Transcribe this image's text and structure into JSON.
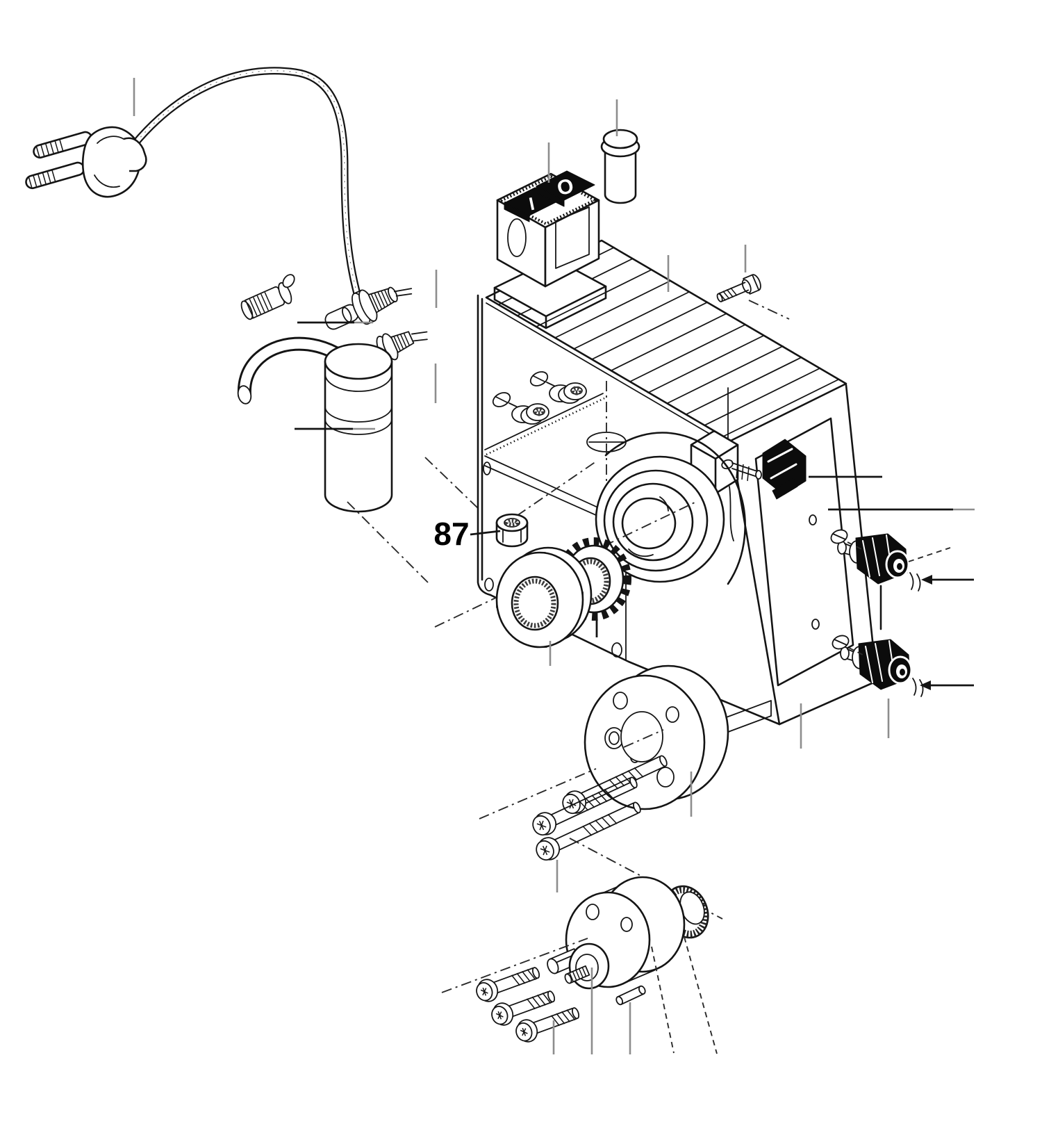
{
  "figure": {
    "kind": "exploded-parts-line-drawing",
    "callout": {
      "label": "87"
    },
    "power_switch": {
      "on_label": "I",
      "off_label": "O"
    },
    "colors": {
      "line": "#141414",
      "leader": "#8d8d8d",
      "dark_fill": "#0c0c0c",
      "background": "#ffffff"
    },
    "parts": [
      "power-plug",
      "power-cord",
      "strain-relief-fitting",
      "sleeve",
      "cable-gland",
      "cable-gland-small",
      "capacitor",
      "capacitor-tube",
      "main-power-switch",
      "switch-pedestal",
      "cylinder-pin",
      "hex-bolt",
      "housing",
      "cooling-fins",
      "panel-nut-with-washer",
      "hex-nut-87",
      "lock-ring",
      "toothed-lock-washer",
      "ball-bearing",
      "micro-switch",
      "side-rocker-switch",
      "side-panel",
      "binding-post-upper",
      "binding-post-lower",
      "terminal-screw",
      "motor-flange",
      "drive-shaft",
      "socket-head-screw",
      "pump-head",
      "knurled-knob",
      "drive-hub",
      "set-screw",
      "dowel-pin"
    ]
  }
}
